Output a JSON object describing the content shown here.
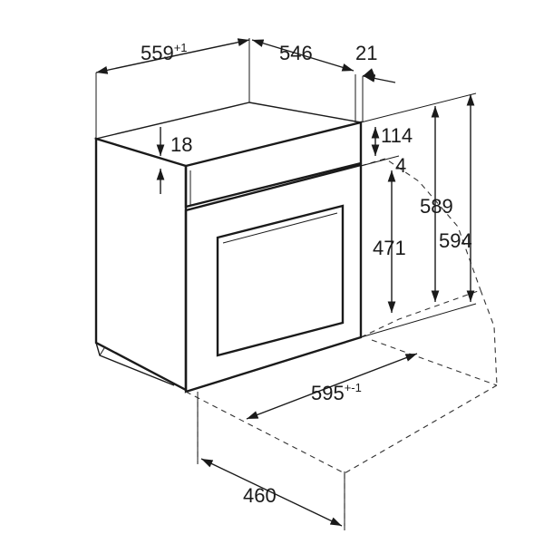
{
  "dimensions": {
    "overall_width": "559",
    "overall_width_tol": "+1",
    "depth": "546",
    "front_panel_thickness": "21",
    "top_offset": "18",
    "panel_top": "114",
    "gap": "4",
    "door_height": "471",
    "body_height": "589",
    "total_height": "594",
    "cutout_width": "595",
    "cutout_width_tol": "+-1",
    "floor_depth": "460"
  }
}
